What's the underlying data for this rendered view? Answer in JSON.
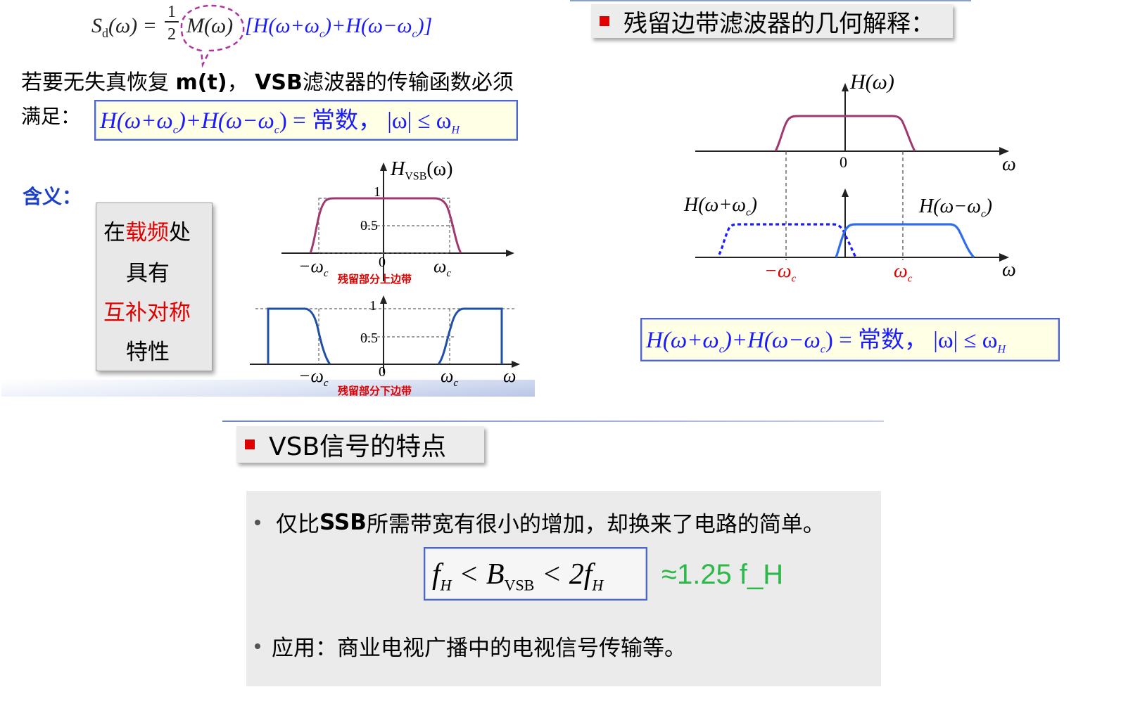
{
  "top_formula": {
    "lhs": "S",
    "lhs_sub": "d",
    "arg": "(ω) =",
    "frac_num": "1",
    "frac_den": "2",
    "m_term": "M(ω)",
    "bracket": "[H(ω+ω",
    "sub_c1": "c",
    "mid": ")+H(ω−ω",
    "sub_c2": "c",
    "end": ")]"
  },
  "condition_line1_a": "若要无失真恢复 ",
  "condition_line1_b": "m(t)",
  "condition_line1_c": "，  ",
  "condition_line1_d": "VSB",
  "condition_line1_e": "滤波器的传输函数必须",
  "condition_line2": "满足：",
  "condition_formula": {
    "part1": "H(ω+ω",
    "sub1": "c",
    "part2": ")+H(ω−ω",
    "sub2": "c",
    "part3": ") = 常数，  |ω| ≤ ω",
    "sub3": "H"
  },
  "meaning_label": "含义：",
  "meaning_box": {
    "l1_a": "在",
    "l1_b": "载频",
    "l1_c": "处",
    "l2": "具有",
    "l3": "互补对称",
    "l4": "特性"
  },
  "left_plot_upper": {
    "ylabel": "H",
    "ylabel_sub": "VSB",
    "ylabel_arg": "(ω)",
    "tick_1": "1",
    "tick_05": "0.5",
    "tick_0": "0",
    "x_neg": "−ω",
    "x_neg_sub": "c",
    "x_pos": "ω",
    "x_pos_sub": "c",
    "caption": "残留部分上边带"
  },
  "left_plot_lower": {
    "tick_1": "1",
    "tick_05": "0.5",
    "tick_0": "0",
    "x_neg": "−ω",
    "x_neg_sub": "c",
    "x_pos": "ω",
    "x_pos_sub": "c",
    "x_axis": "ω",
    "caption": "残留部分下边带"
  },
  "right_heading": "残留边带滤波器的几何解释：",
  "right_plot_upper": {
    "ylabel": "H(ω)",
    "tick_0": "0",
    "x_axis": "ω"
  },
  "right_plot_lower": {
    "left_label_a": "H(ω+ω",
    "left_label_sub": "c",
    "left_label_b": ")",
    "right_label_a": "H(ω−ω",
    "right_label_sub": "c",
    "right_label_b": ")",
    "x_neg": "−ω",
    "x_neg_sub": "c",
    "x_pos": "ω",
    "x_pos_sub": "c",
    "x_axis": "ω"
  },
  "right_formula": {
    "part1": "H(ω+ω",
    "sub1": "c",
    "part2": ")+H(ω−ω",
    "sub2": "c",
    "part3": ") = 常数，  |ω| ≤ ω",
    "sub3": "H"
  },
  "vsb_heading": "VSB信号的特点",
  "features": {
    "bullet1_a": "仅比",
    "bullet1_b": "SSB",
    "bullet1_c": "所需带宽有很小的增加，却换来了电路的简单。",
    "bandwidth_a": "f",
    "bandwidth_sub1": "H",
    "bandwidth_b": " < B",
    "bandwidth_sub2": "VSB",
    "bandwidth_c": " < 2f",
    "bandwidth_sub3": "H",
    "approx": "≈1.25 f_H",
    "bullet2": "应用：商业电视广播中的电视信号传输等。"
  },
  "colors": {
    "formula_blue": "#1a1aff",
    "curve_purple": "#a0386e",
    "curve_blue": "#1f4fa8",
    "curve_bright_blue": "#2f6cf0",
    "highlight_red": "#e00000",
    "approx_green": "#2db84a",
    "box_border": "#4d66c9"
  }
}
